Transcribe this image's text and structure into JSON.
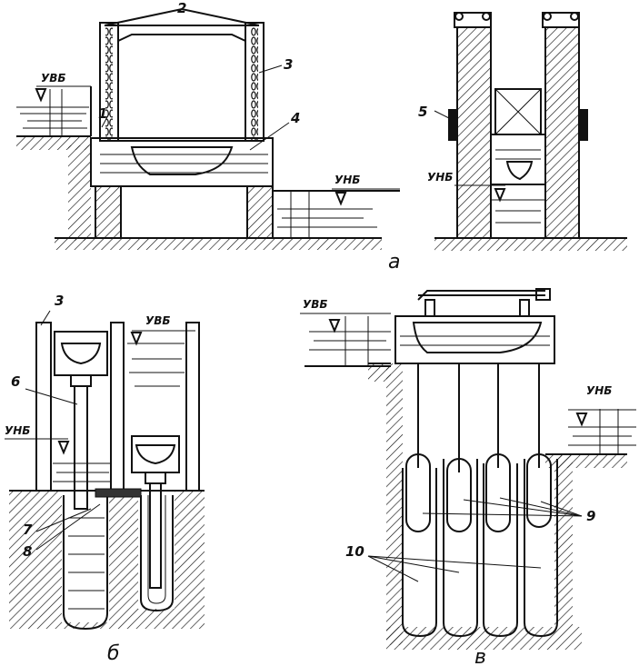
{
  "levels": {
    "upper": "УВБ",
    "lower": "УНБ"
  },
  "numbers": {
    "n1": "1",
    "n2": "2",
    "n3": "3",
    "n4": "4",
    "n5": "5",
    "n3b": "3",
    "n6": "6",
    "n7": "7",
    "n8": "8",
    "n9": "9",
    "n10": "10"
  },
  "captions": {
    "a": "а",
    "b": "б",
    "v": "в"
  }
}
